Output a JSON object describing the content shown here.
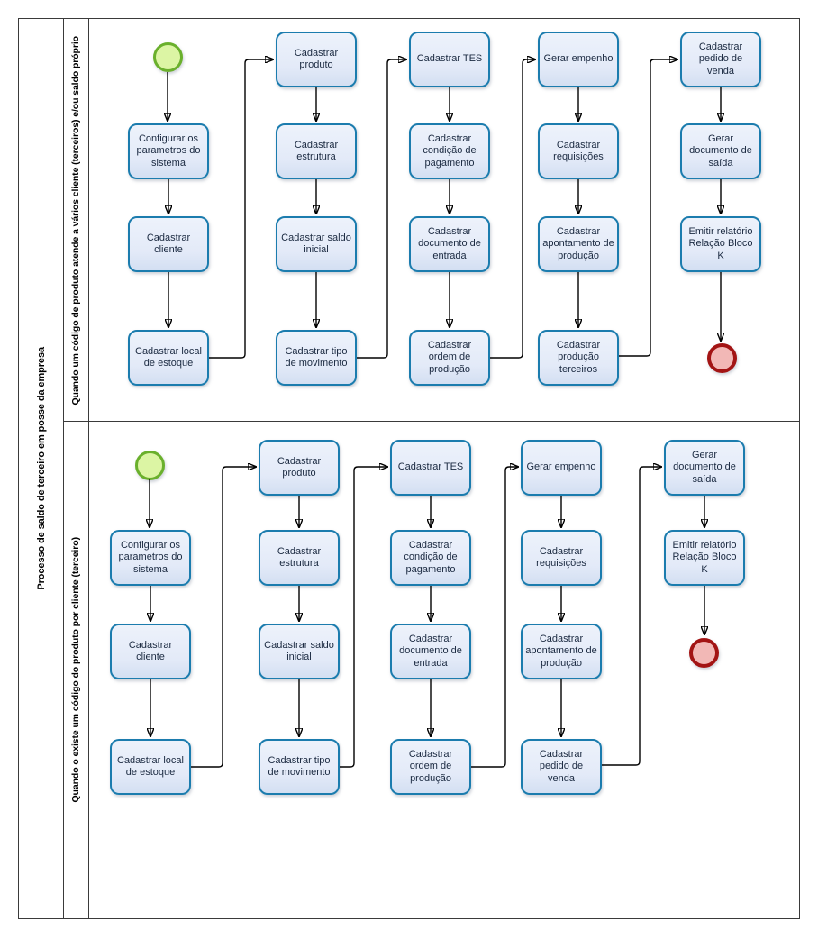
{
  "pool_label": "Processo de saldo de terceiro em posse da empresa",
  "lanes": [
    {
      "label": "Quando um código de produto atende a vários cliente (terceiros) e/ou saldo próprio",
      "tasks": [
        "Configurar os parametros do sistema",
        "Cadastrar cliente",
        "Cadastrar local de estoque",
        "Cadastrar produto",
        "Cadastrar estrutura",
        "Cadastrar saldo inicial",
        "Cadastrar tipo de movimento",
        "Cadastrar TES",
        "Cadastrar condição de pagamento",
        "Cadastrar documento de entrada",
        "Cadastrar ordem de produção",
        "Gerar empenho",
        "Cadastrar requisições",
        "Cadastrar apontamento de produção",
        "Cadastrar produção terceiros",
        "Cadastrar pedido de venda",
        "Gerar documento de saída",
        "Emitir relatório Relação Bloco K"
      ]
    },
    {
      "label": "Quando o existe um código do produto por cliente (terceiro)",
      "tasks": [
        "Configurar os parametros do sistema",
        "Cadastrar cliente",
        "Cadastrar local de estoque",
        "Cadastrar produto",
        "Cadastrar estrutura",
        "Cadastrar saldo inicial",
        "Cadastrar tipo de movimento",
        "Cadastrar TES",
        "Cadastrar condição de pagamento",
        "Cadastrar documento de entrada",
        "Cadastrar ordem de produção",
        "Gerar empenho",
        "Cadastrar requisições",
        "Cadastrar apontamento de produção",
        "Cadastrar pedido de venda",
        "Gerar documento de saída",
        "Emitir relatório Relação Bloco K"
      ]
    }
  ],
  "colors": {
    "task_border": "#1b7cae",
    "task_fill_top": "#edf2fb",
    "task_fill_bottom": "#d3dff2",
    "start_border": "#6ab02c",
    "start_fill": "#dcf5a4",
    "end_border": "#a31414",
    "end_fill": "#f2b8b6",
    "flow": "#000000"
  }
}
